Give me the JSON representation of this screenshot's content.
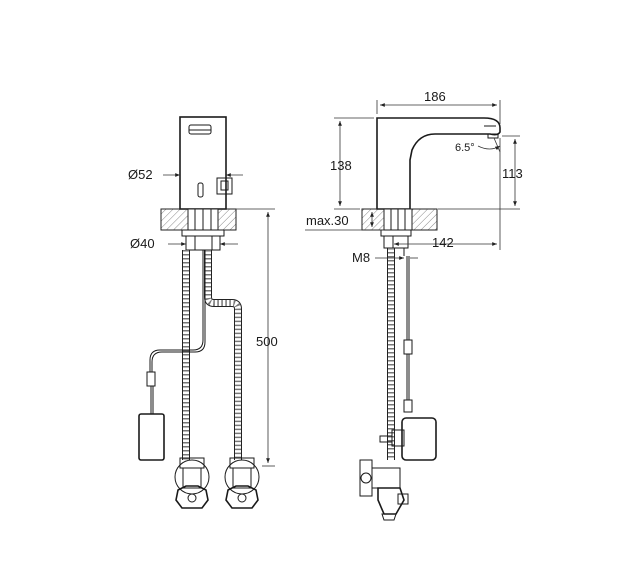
{
  "drawing": {
    "front_view": {
      "labels": {
        "spout_diameter": "Ø52",
        "mount_diameter": "Ø40",
        "hose_length": "500"
      }
    },
    "side_view": {
      "labels": {
        "reach": "186",
        "height": "138",
        "outlet_height": "113",
        "spout_angle": "6.5°",
        "max_thickness": "max.30",
        "hose_offset": "142",
        "thread": "M8"
      }
    }
  }
}
